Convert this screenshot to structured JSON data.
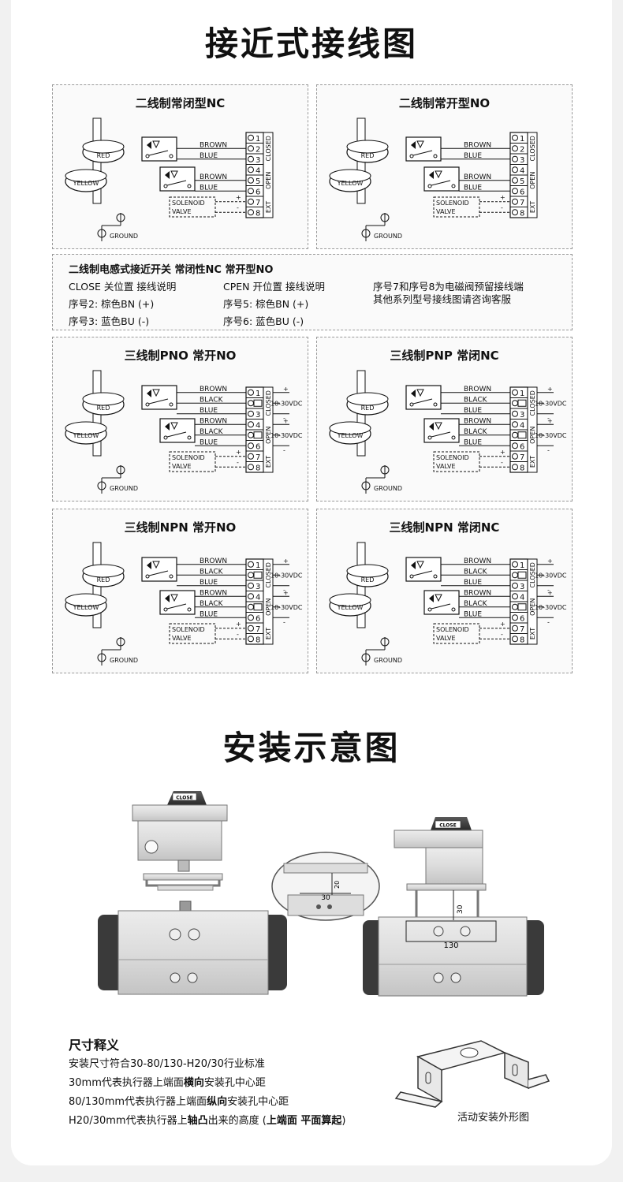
{
  "sections": {
    "wiring_title": "接近式接线图",
    "install_title": "安装示意图"
  },
  "labels": {
    "red": "RED",
    "yellow": "YELLOW",
    "ground": "GROUND",
    "brown": "BROWN",
    "blue": "BLUE",
    "black": "BLACK",
    "solenoid": "SOLENOID",
    "valve": "VALVE",
    "closed": "CLOSED",
    "open": "OPEN",
    "ext": "EXT",
    "vdc": "10-30VDC",
    "plus": "+",
    "minus": "-",
    "close_tag": "CLOSE"
  },
  "panels": [
    {
      "title": "二线制常闭型NC",
      "type": "two"
    },
    {
      "title": "二线制常开型NO",
      "type": "two"
    },
    {
      "title": "三线制PNO 常开NO",
      "type": "three"
    },
    {
      "title": "三线制PNP 常闭NC",
      "type": "three"
    },
    {
      "title": "三线制NPN 常开NO",
      "type": "three"
    },
    {
      "title": "三线制NPN 常闭NC",
      "type": "three"
    }
  ],
  "terminal_numbers": [
    "1",
    "2",
    "3",
    "4",
    "5",
    "6",
    "7",
    "8"
  ],
  "info": {
    "title": "二线制电感式接近开关 常闭性NC 常开型NO",
    "col1": [
      "CLOSE 关位置 接线说明",
      "序号2: 棕色BN (+)",
      "序号3: 蓝色BU (-)"
    ],
    "col2": [
      "CPEN 开位置 接线说明",
      "序号5: 棕色BN (+)",
      "序号6: 蓝色BU (-)"
    ],
    "col3": [
      "序号7和序号8为电磁阀预留接线端",
      "其他系列型号接线图请咨询客服"
    ]
  },
  "install": {
    "dim_30": "30",
    "dim_20": "20",
    "dim_130": "130"
  },
  "notes": {
    "title": "尺寸释义",
    "line1": "安装尺寸符合30-80/130-H20/30行业标准",
    "line2_a": "30mm代表执行器上端面",
    "line2_b": "横向",
    "line2_c": "安装孔中心距",
    "line3_a": "80/130mm代表执行器上端面",
    "line3_b": "纵向",
    "line3_c": "安装孔中心距",
    "line4_a": "H20/30mm代表执行器上",
    "line4_b": "轴凸",
    "line4_c": "出来的高度 (",
    "line4_d": "上端面 平面算起",
    "line4_e": ")",
    "bracket_caption": "活动安装外形图"
  },
  "colors": {
    "page": "#ffffff",
    "background": "#f1f1f1",
    "ink": "#111111",
    "panel": "#fafafa"
  }
}
